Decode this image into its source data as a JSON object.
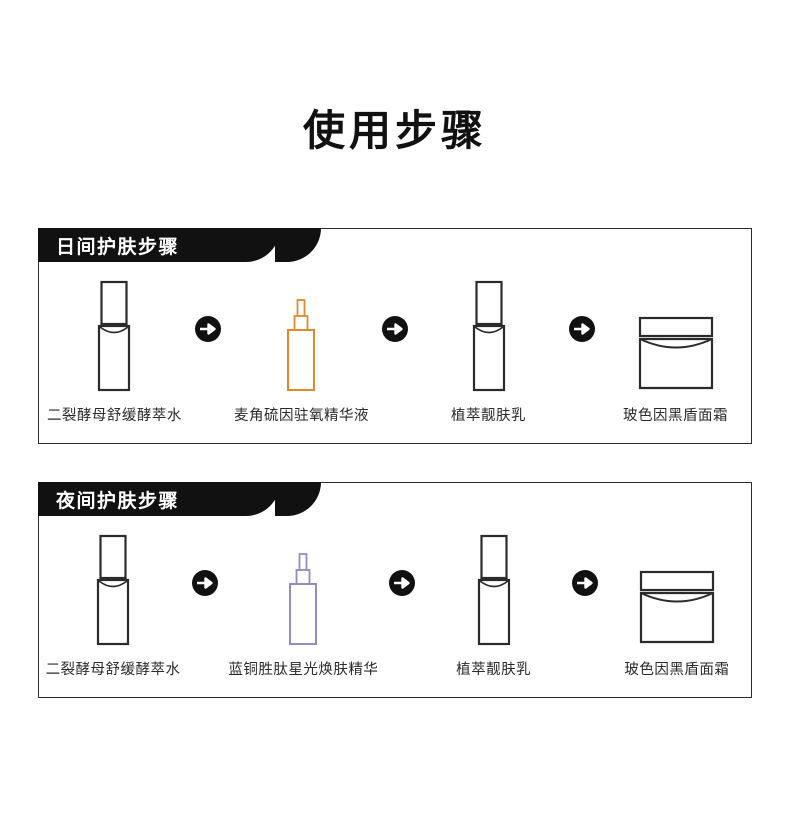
{
  "page": {
    "title": "使用步骤"
  },
  "colors": {
    "ink": "#111111",
    "outline": "#2b2b2b",
    "orange": "#E08A2E",
    "blue_violet": "#8d8fc4",
    "white": "#ffffff"
  },
  "arrow": {
    "icon": "arrow-right-circle-icon"
  },
  "panels": [
    {
      "id": "day",
      "header": "日间护肤步骤",
      "steps": [
        {
          "index": "1",
          "label": "二裂酵母舒缓酵萃水",
          "art": "tall-bottle",
          "art_color": "#2b2b2b"
        },
        {
          "index": "2",
          "label": "麦角硫因驻氧精华液",
          "art": "dropper-bottle",
          "art_color": "#E08A2E"
        },
        {
          "index": "3",
          "label": "植萃靓肤乳",
          "art": "tall-bottle",
          "art_color": "#2b2b2b"
        },
        {
          "index": "4",
          "label": "玻色因黑盾面霜",
          "art": "cream-jar",
          "art_color": "#2b2b2b"
        }
      ]
    },
    {
      "id": "night",
      "header": "夜间护肤步骤",
      "steps": [
        {
          "index": "1",
          "label": "二裂酵母舒缓酵萃水",
          "art": "tall-bottle",
          "art_color": "#2b2b2b"
        },
        {
          "index": "2",
          "label": "蓝铜胜肽星光焕肤精华",
          "art": "dropper-bottle",
          "art_color": "#8d8fc4"
        },
        {
          "index": "3",
          "label": "植萃靓肤乳",
          "art": "tall-bottle",
          "art_color": "#2b2b2b"
        },
        {
          "index": "4",
          "label": "玻色因黑盾面霜",
          "art": "cream-jar",
          "art_color": "#2b2b2b"
        }
      ]
    }
  ]
}
